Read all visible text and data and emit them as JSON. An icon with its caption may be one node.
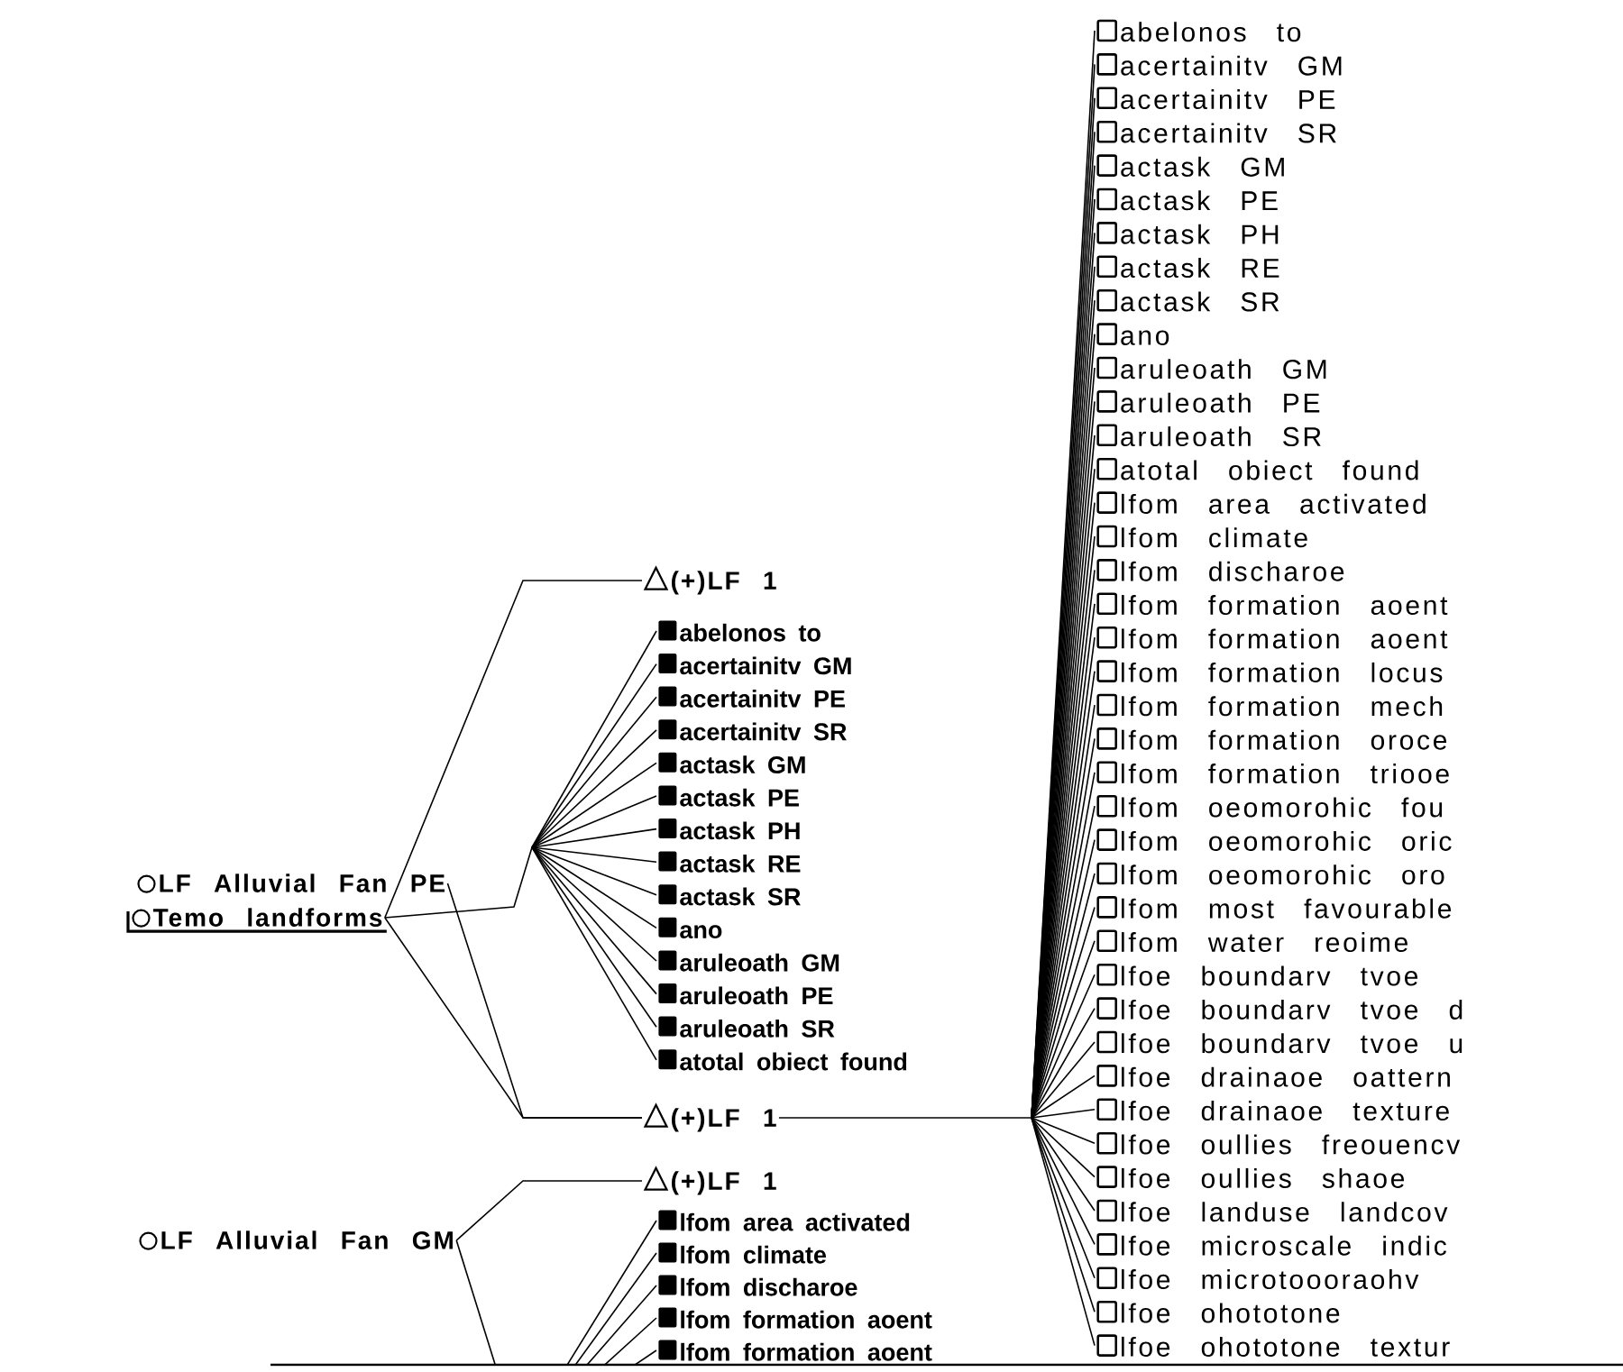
{
  "diagram": {
    "nodes": [
      {
        "text": [
          "LF Alluvial Fan PE"
        ]
      },
      {
        "text": [
          "Temo landforms"
        ]
      },
      {
        "text": [
          "(+)LF 1"
        ]
      },
      {
        "text": [
          "abelonos to"
        ]
      },
      {
        "text": [
          "acertainitv GM"
        ]
      },
      {
        "text": [
          "acertainitv PE"
        ]
      },
      {
        "text": [
          "acertainitv SR"
        ]
      },
      {
        "text": [
          "actask GM"
        ]
      },
      {
        "text": [
          "actask PE"
        ]
      },
      {
        "text": [
          "actask PH"
        ]
      },
      {
        "text": [
          "actask RE"
        ]
      },
      {
        "text": [
          "actask SR"
        ]
      },
      {
        "text": [
          "ano"
        ]
      },
      {
        "text": [
          "aruleoath GM"
        ]
      },
      {
        "text": [
          "aruleoath PE"
        ]
      },
      {
        "text": [
          "aruleoath SR"
        ]
      },
      {
        "text": [
          "atotal obiect found"
        ]
      },
      {
        "text": [
          "(+)LF 1"
        ]
      },
      {
        "text": [
          "(+)LF 1"
        ]
      },
      {
        "text": [
          "LF Alluvial Fan GM"
        ]
      },
      {
        "text": [
          "lfom area activated"
        ]
      },
      {
        "text": [
          "lfom climate"
        ]
      },
      {
        "text": [
          "lfom discharoe"
        ]
      },
      {
        "text": [
          "lfom formation aoent"
        ]
      },
      {
        "text": [
          "lfom formation aoent"
        ]
      },
      {
        "text": [
          "abelonos to"
        ]
      },
      {
        "text": [
          "acertainitv GM"
        ]
      },
      {
        "text": [
          "acertainitv PE"
        ]
      },
      {
        "text": [
          "acertainitv SR"
        ]
      },
      {
        "text": [
          "actask GM"
        ]
      },
      {
        "text": [
          "actask PE"
        ]
      },
      {
        "text": [
          "actask PH"
        ]
      },
      {
        "text": [
          "actask RE"
        ]
      },
      {
        "text": [
          "actask SR"
        ]
      },
      {
        "text": [
          "ano"
        ]
      },
      {
        "text": [
          "aruleoath GM"
        ]
      },
      {
        "text": [
          "aruleoath PE"
        ]
      },
      {
        "text": [
          "aruleoath SR"
        ]
      },
      {
        "text": [
          "atotal obiect found"
        ]
      },
      {
        "text": [
          "lfom area activated"
        ]
      },
      {
        "text": [
          "lfom climate"
        ]
      },
      {
        "text": [
          "lfom discharoe"
        ]
      },
      {
        "text": [
          "lfom formation aoent"
        ]
      },
      {
        "text": [
          "lfom formation aoent"
        ]
      },
      {
        "text": [
          "lfom formation locus"
        ]
      },
      {
        "text": [
          "lfom formation mech"
        ]
      },
      {
        "text": [
          "lfom formation oroce"
        ]
      },
      {
        "text": [
          "lfom formation triooe"
        ]
      },
      {
        "text": [
          "lfom oeomorohic fou"
        ]
      },
      {
        "text": [
          "lfom oeomorohic oric"
        ]
      },
      {
        "text": [
          "lfom oeomorohic oro"
        ]
      },
      {
        "text": [
          "lfom most favourable"
        ]
      },
      {
        "text": [
          "lfom water reoime"
        ]
      },
      {
        "text": [
          "lfoe boundarv tvoe"
        ]
      },
      {
        "text": [
          "lfoe boundarv tvoe d"
        ]
      },
      {
        "text": [
          "lfoe boundarv tvoe u"
        ]
      },
      {
        "text": [
          "lfoe drainaoe oattern"
        ]
      },
      {
        "text": [
          "lfoe drainaoe texture"
        ]
      },
      {
        "text": [
          "lfoe oullies freouencv"
        ]
      },
      {
        "text": [
          "lfoe oullies shaoe"
        ]
      },
      {
        "text": [
          "lfoe landuse landcov"
        ]
      },
      {
        "text": [
          "lfoe microscale indic"
        ]
      },
      {
        "text": [
          "lfoe microtoooraohv"
        ]
      },
      {
        "text": [
          "lfoe ohototone"
        ]
      },
      {
        "text": [
          "lfoe ohototone textur"
        ]
      }
    ],
    "edges": [
      {
        "from": 1,
        "to": 2,
        "arrow": "none"
      },
      {
        "from": 1,
        "to": 3,
        "arrow": "none"
      },
      {
        "from": 1,
        "to": 4,
        "arrow": "none"
      },
      {
        "from": 1,
        "to": 5,
        "arrow": "none"
      },
      {
        "from": 1,
        "to": 6,
        "arrow": "none"
      },
      {
        "from": 1,
        "to": 7,
        "arrow": "none"
      },
      {
        "from": 1,
        "to": 8,
        "arrow": "none"
      },
      {
        "from": 1,
        "to": 9,
        "arrow": "none"
      },
      {
        "from": 1,
        "to": 10,
        "arrow": "none"
      },
      {
        "from": 1,
        "to": 11,
        "arrow": "none"
      },
      {
        "from": 1,
        "to": 12,
        "arrow": "none"
      },
      {
        "from": 1,
        "to": 13,
        "arrow": "none"
      },
      {
        "from": 1,
        "to": 14,
        "arrow": "none"
      },
      {
        "from": 1,
        "to": 15,
        "arrow": "none"
      },
      {
        "from": 1,
        "to": 16,
        "arrow": "none"
      },
      {
        "from": 0,
        "to": 17,
        "arrow": "none"
      },
      {
        "from": 1,
        "to": 17,
        "arrow": "none"
      },
      {
        "from": 19,
        "to": 18,
        "arrow": "none"
      },
      {
        "from": 19,
        "to": 20,
        "arrow": "none"
      },
      {
        "from": 19,
        "to": 21,
        "arrow": "none"
      },
      {
        "from": 19,
        "to": 22,
        "arrow": "none"
      },
      {
        "from": 19,
        "to": 23,
        "arrow": "none"
      },
      {
        "from": 19,
        "to": 24,
        "arrow": "none"
      },
      {
        "from": 17,
        "to": 25,
        "arrow": "none"
      },
      {
        "from": 17,
        "to": 26,
        "arrow": "none"
      },
      {
        "from": 17,
        "to": 27,
        "arrow": "none"
      },
      {
        "from": 17,
        "to": 28,
        "arrow": "none"
      },
      {
        "from": 17,
        "to": 29,
        "arrow": "none"
      },
      {
        "from": 17,
        "to": 30,
        "arrow": "none"
      },
      {
        "from": 17,
        "to": 31,
        "arrow": "none"
      },
      {
        "from": 17,
        "to": 32,
        "arrow": "none"
      },
      {
        "from": 17,
        "to": 33,
        "arrow": "none"
      },
      {
        "from": 17,
        "to": 34,
        "arrow": "none"
      },
      {
        "from": 17,
        "to": 35,
        "arrow": "none"
      },
      {
        "from": 17,
        "to": 36,
        "arrow": "none"
      },
      {
        "from": 17,
        "to": 37,
        "arrow": "none"
      },
      {
        "from": 17,
        "to": 38,
        "arrow": "none"
      },
      {
        "from": 17,
        "to": 39,
        "arrow": "none"
      },
      {
        "from": 17,
        "to": 40,
        "arrow": "none"
      },
      {
        "from": 17,
        "to": 41,
        "arrow": "none"
      },
      {
        "from": 17,
        "to": 42,
        "arrow": "none"
      },
      {
        "from": 17,
        "to": 43,
        "arrow": "none"
      },
      {
        "from": 17,
        "to": 44,
        "arrow": "none"
      },
      {
        "from": 17,
        "to": 45,
        "arrow": "none"
      },
      {
        "from": 17,
        "to": 46,
        "arrow": "none"
      },
      {
        "from": 17,
        "to": 47,
        "arrow": "none"
      },
      {
        "from": 17,
        "to": 48,
        "arrow": "none"
      },
      {
        "from": 17,
        "to": 49,
        "arrow": "none"
      },
      {
        "from": 17,
        "to": 50,
        "arrow": "none"
      },
      {
        "from": 17,
        "to": 51,
        "arrow": "none"
      },
      {
        "from": 17,
        "to": 52,
        "arrow": "none"
      },
      {
        "from": 17,
        "to": 53,
        "arrow": "none"
      },
      {
        "from": 17,
        "to": 54,
        "arrow": "none"
      },
      {
        "from": 17,
        "to": 55,
        "arrow": "none"
      },
      {
        "from": 17,
        "to": 56,
        "arrow": "none"
      },
      {
        "from": 17,
        "to": 57,
        "arrow": "none"
      },
      {
        "from": 17,
        "to": 58,
        "arrow": "none"
      },
      {
        "from": 17,
        "to": 59,
        "arrow": "none"
      },
      {
        "from": 17,
        "to": 60,
        "arrow": "none"
      },
      {
        "from": 17,
        "to": 61,
        "arrow": "none"
      },
      {
        "from": 17,
        "to": 62,
        "arrow": "none"
      },
      {
        "from": 17,
        "to": 63,
        "arrow": "none"
      },
      {
        "from": 17,
        "to": 64,
        "arrow": "none"
      }
    ]
  }
}
